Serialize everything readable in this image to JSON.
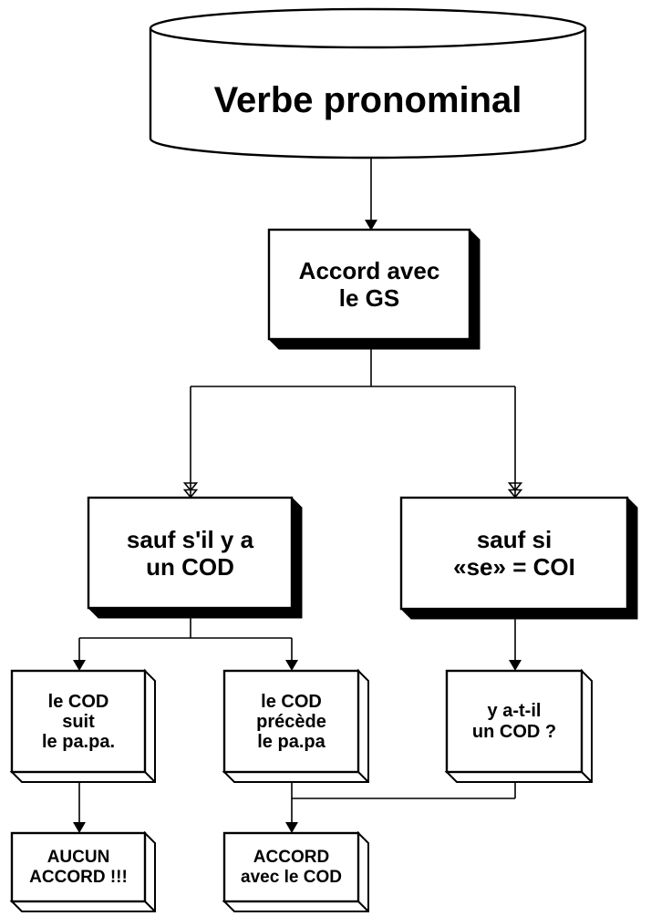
{
  "diagram": {
    "type": "flowchart",
    "nodes": {
      "verbe_pronominal": {
        "label": "Verbe pronominal"
      },
      "accord_gs": {
        "line1": "Accord avec",
        "line2": "le GS"
      },
      "sauf_cod": {
        "line1": "sauf s'il y a",
        "line2": "un COD"
      },
      "sauf_se_coi": {
        "line1": "sauf si",
        "line2": "«se» = COI"
      },
      "cod_suit": {
        "line1": "le COD",
        "line2": "suit",
        "line3": "le pa.pa."
      },
      "cod_precede": {
        "line1": "le COD",
        "line2": "précède",
        "line3": "le pa.pa"
      },
      "y_a_t_il": {
        "line1": "y a-t-il",
        "line2": "un COD ?"
      },
      "aucun_accord": {
        "line1": "AUCUN",
        "line2": "ACCORD !!!"
      },
      "accord_cod": {
        "line1": "ACCORD",
        "line2": "avec le COD"
      }
    },
    "colors": {
      "stroke": "#000000",
      "box_fill": "#ffffff",
      "shadow": "#000000",
      "text": "#000000",
      "background": "#ffffff"
    }
  }
}
